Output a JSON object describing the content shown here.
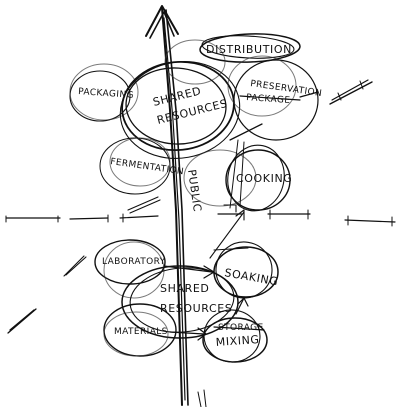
{
  "diagram": {
    "labels": {
      "distribution": "DISTRIBUTION",
      "packaging": "PACKAGING",
      "shared_resources_top_line1": "SHARED",
      "shared_resources_top_line2": "RESOURCES",
      "preservation_line1": "PRESERVATION",
      "preservation_line2": "PACKAGE",
      "fermentation": "FERMENTATION",
      "public": "PUBLIC",
      "cooking": "COOKING",
      "laboratory": "LABORATORY",
      "soaking": "SOAKING",
      "shared_resources_bottom_line1": "SHARED",
      "shared_resources_bottom_line2": "RESOURCES",
      "materials": "MATERIALS",
      "mixing": "MIXING",
      "mixing_overwrite": "STORAGE"
    },
    "ink_color": "#111111",
    "background_color": "#ffffff"
  }
}
